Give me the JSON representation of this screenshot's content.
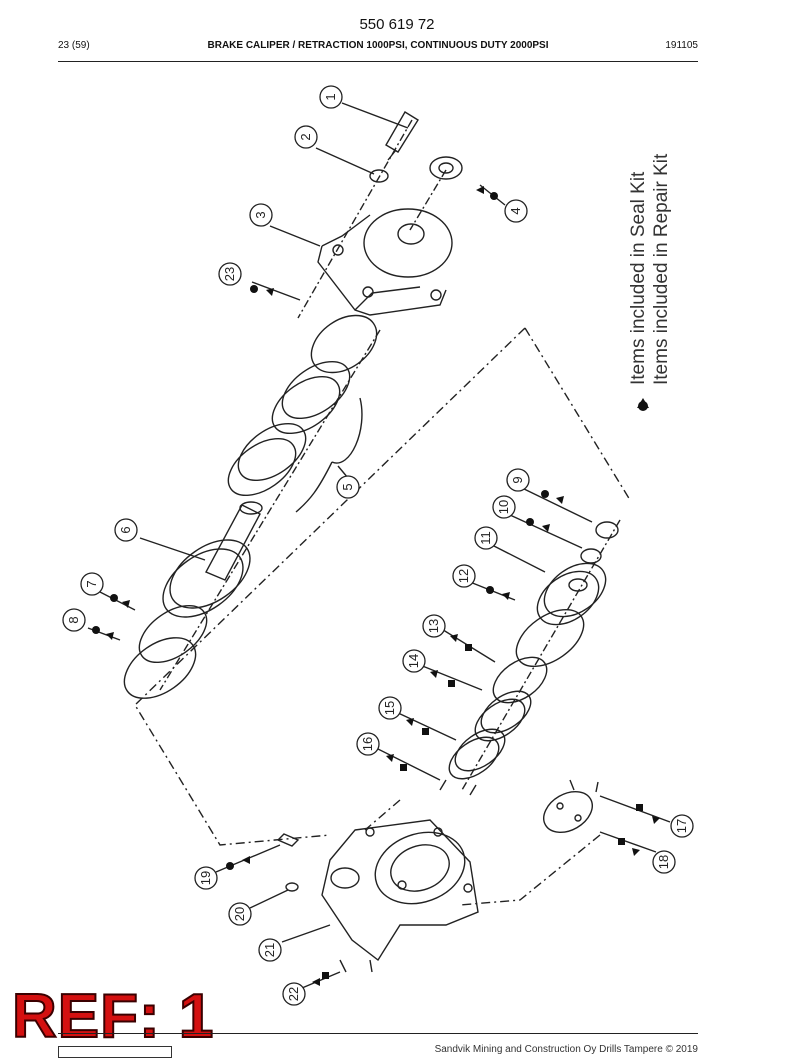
{
  "header": {
    "doc_number": "550 619 72",
    "page": "23 (59)",
    "title": "BRAKE CALIPER / RETRACTION 1000PSI, CONTINUOUS DUTY 2000PSI",
    "date": "191105"
  },
  "legend": {
    "seal_kit": "Items included in Seal Kit",
    "repair_kit": "Items included in Repair Kit"
  },
  "callouts": [
    "1",
    "2",
    "3",
    "4",
    "5",
    "6",
    "7",
    "8",
    "9",
    "10",
    "11",
    "12",
    "13",
    "14",
    "15",
    "16",
    "17",
    "18",
    "19",
    "20",
    "21",
    "22",
    "23"
  ],
  "stamp": "REF: 1",
  "footer": {
    "copyright": "Sandvik Mining and Construction Oy Drills Tampere © 2019"
  }
}
